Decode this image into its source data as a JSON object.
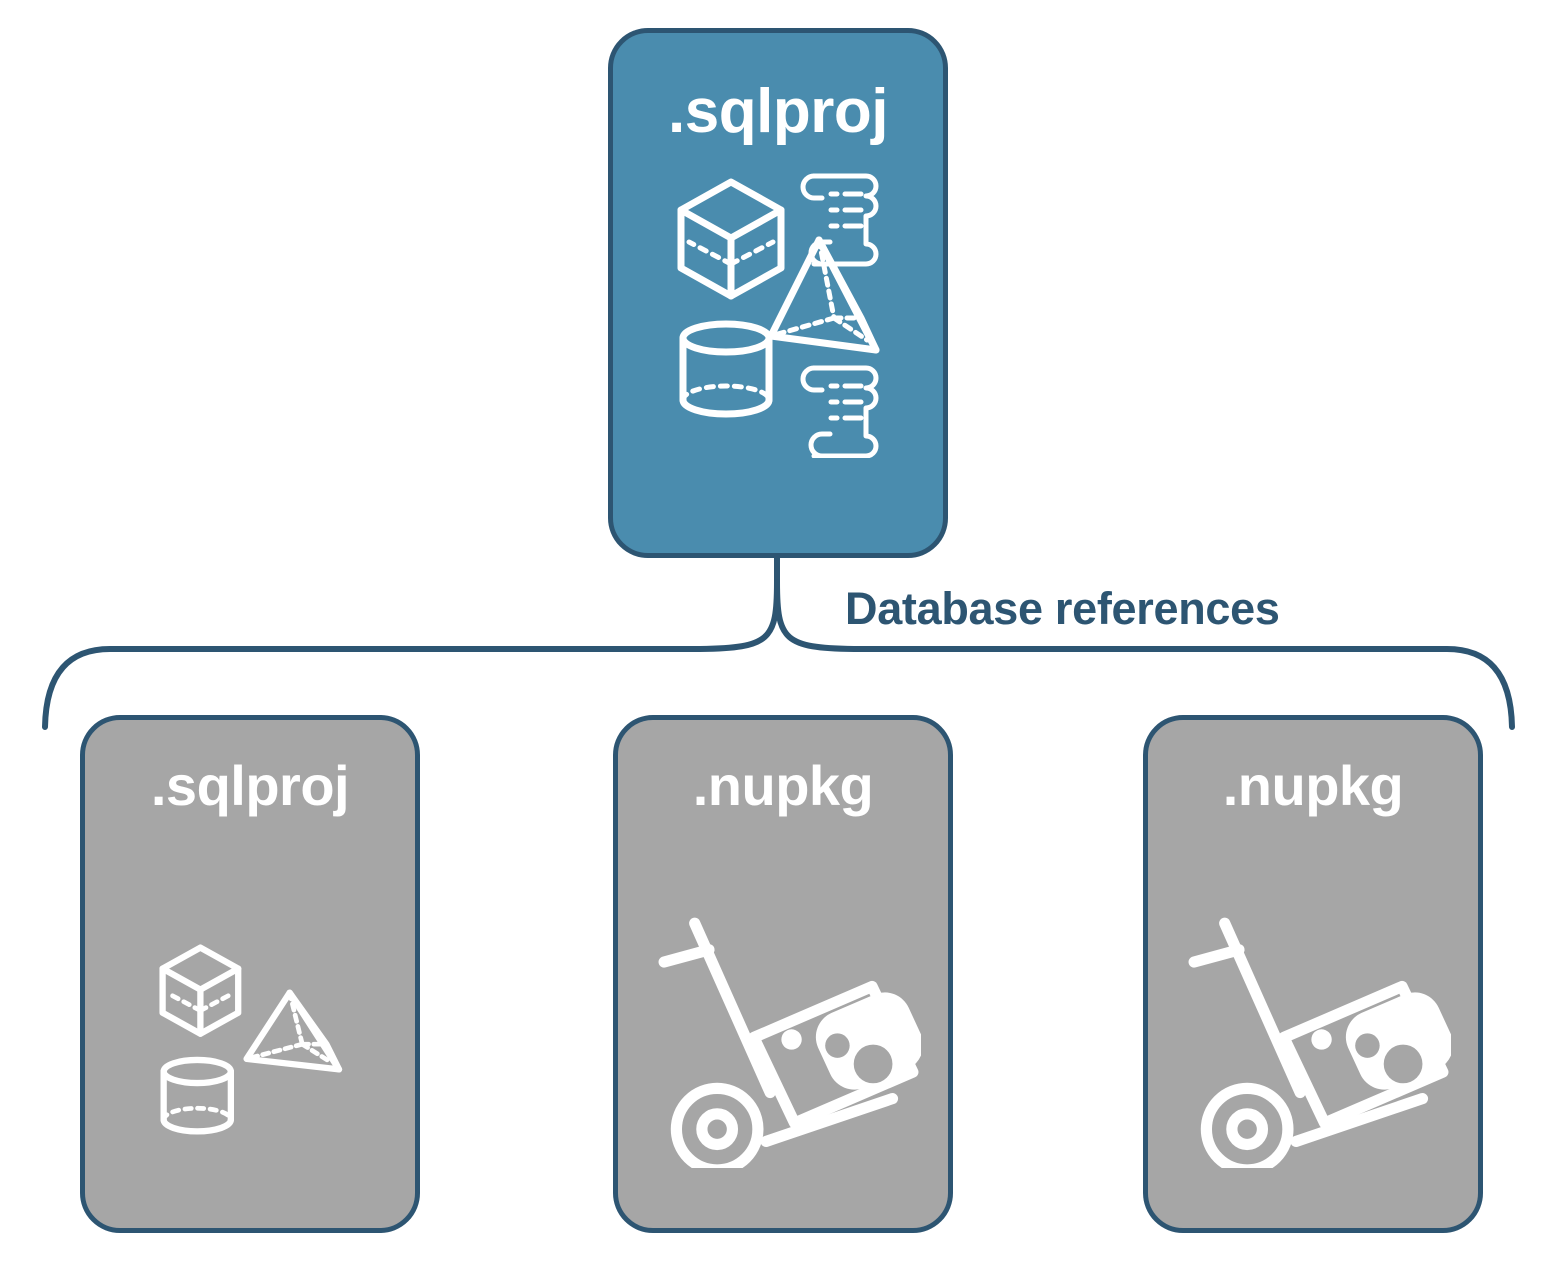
{
  "diagram": {
    "title_text": "Database references",
    "background": "#ffffff",
    "colors": {
      "primary_fill": "#4a8cae",
      "secondary_fill": "#a6a6a6",
      "stroke": "#2d5572",
      "icon": "#ffffff",
      "label_text": "#2d5572"
    },
    "connector": {
      "name": "database-references-bracket",
      "style": "curly-brace",
      "description": "brace connecting the parent .sqlproj node to three referenced nodes"
    }
  },
  "nodes": {
    "parent": {
      "label": ".sqlproj",
      "type": "primary",
      "icons": [
        "cube-icon",
        "pyramid-icon",
        "cylinder-icon",
        "script-scroll-icon",
        "script-scroll-icon"
      ]
    },
    "children": [
      {
        "label": ".sqlproj",
        "type": "secondary",
        "icons": [
          "cube-icon",
          "pyramid-icon",
          "cylinder-icon"
        ]
      },
      {
        "label": ".nupkg",
        "type": "secondary",
        "icons": [
          "nuget-package-dolly-icon"
        ]
      },
      {
        "label": ".nupkg",
        "type": "secondary",
        "icons": [
          "nuget-package-dolly-icon"
        ]
      }
    ]
  }
}
